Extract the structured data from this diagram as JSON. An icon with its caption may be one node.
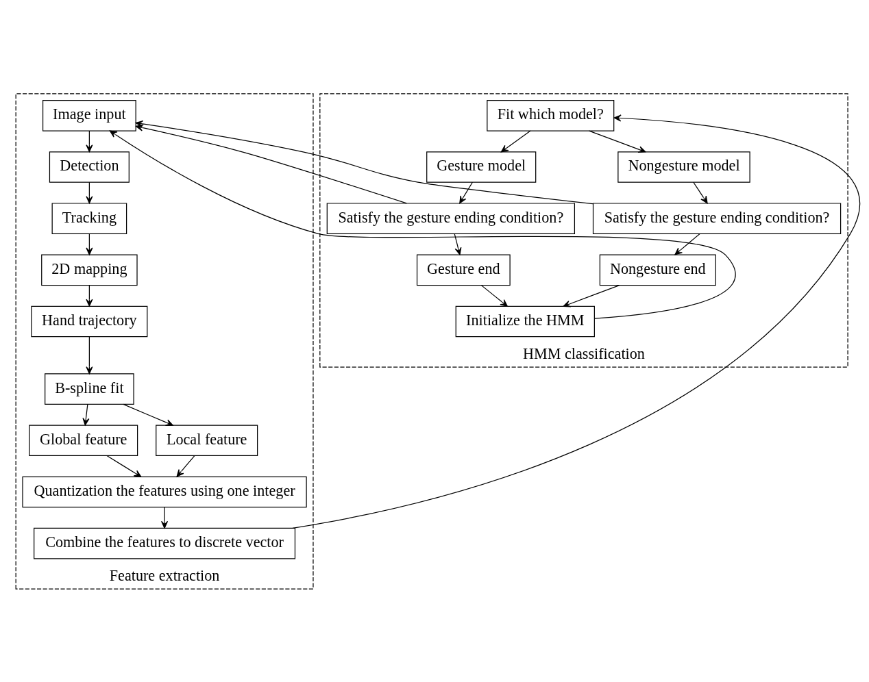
{
  "diagram": {
    "nodes": [
      {
        "text": [
          "Feature extraction"
        ]
      },
      {
        "text": [
          "Image input"
        ],
        "in": 0
      },
      {
        "text": [
          "Tracking"
        ],
        "in": 0
      },
      {
        "text": [
          "Detection"
        ],
        "in": 0
      },
      {
        "text": [
          "2D mapping"
        ],
        "in": 0
      },
      {
        "text": [
          "Hand trajectory"
        ],
        "in": 0
      },
      {
        "text": [
          "B-spline fit"
        ],
        "in": 0
      },
      {
        "text": [
          "Global feature"
        ],
        "in": 0
      },
      {
        "text": [
          "Local feature"
        ],
        "in": 0
      },
      {
        "text": [
          "Quantization the features using one integer"
        ],
        "in": 0
      },
      {
        "text": [
          "Combine the features to discrete vector"
        ],
        "in": 0
      },
      {
        "text": [
          "HMM classification"
        ]
      },
      {
        "text": [
          "Initialize the HMM"
        ],
        "in": 11
      },
      {
        "text": [
          "Gesture end"
        ],
        "in": 11
      },
      {
        "text": [
          "Nongesture end"
        ],
        "in": 11
      },
      {
        "text": [
          "Satisfy the gesture ending condition?"
        ],
        "in": 11
      },
      {
        "text": [
          "Satisfy the gesture ending condition?"
        ],
        "in": 11
      },
      {
        "text": [
          "Gesture model"
        ],
        "in": 11
      },
      {
        "text": [
          "Nongesture model"
        ],
        "in": 11
      },
      {
        "text": [
          "Fit which model?"
        ],
        "in": 11
      }
    ],
    "edges": [
      {
        "from": 1,
        "to": 3,
        "arrow": "to"
      },
      {
        "from": 3,
        "to": 2,
        "arrow": "to"
      },
      {
        "from": 2,
        "to": 4,
        "arrow": "to"
      },
      {
        "from": 4,
        "to": 5,
        "arrow": "to"
      },
      {
        "from": 5,
        "to": 6,
        "arrow": "to"
      },
      {
        "from": 6,
        "to": 7,
        "arrow": "to"
      },
      {
        "from": 6,
        "to": 8,
        "arrow": "to"
      },
      {
        "from": 7,
        "to": 9,
        "arrow": "to"
      },
      {
        "from": 8,
        "to": 9,
        "arrow": "to"
      },
      {
        "from": 9,
        "to": 10,
        "arrow": "to"
      },
      {
        "from": 10,
        "to": 19,
        "arrow": "to"
      },
      {
        "from": 19,
        "to": 17,
        "arrow": "to"
      },
      {
        "from": 19,
        "to": 18,
        "arrow": "to"
      },
      {
        "from": 17,
        "to": 15,
        "arrow": "to"
      },
      {
        "from": 18,
        "to": 16,
        "arrow": "to"
      },
      {
        "from": 15,
        "to": 13,
        "arrow": "to"
      },
      {
        "from": 16,
        "to": 14,
        "arrow": "to"
      },
      {
        "from": 13,
        "to": 12,
        "arrow": "to"
      },
      {
        "from": 14,
        "to": 12,
        "arrow": "to"
      },
      {
        "from": 12,
        "to": 1,
        "arrow": "to"
      },
      {
        "from": 15,
        "to": 1,
        "arrow": "to"
      },
      {
        "from": 16,
        "to": 1,
        "arrow": "to"
      }
    ]
  }
}
